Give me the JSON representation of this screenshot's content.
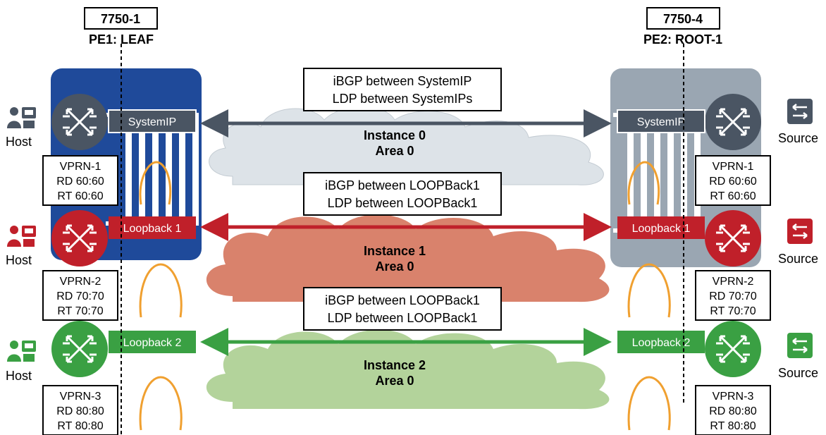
{
  "pe1": {
    "device": "7750-1",
    "role": "PE1: LEAF",
    "system_label": "SystemIP",
    "loopback1_label": "Loopback 1",
    "loopback2_label": "Loopback 2",
    "color": "#1f4a9a"
  },
  "pe2": {
    "device": "7750-4",
    "role": "PE2: ROOT-1",
    "system_label": "SystemIP",
    "loopback1_label": "Loopback 1",
    "loopback2_label": "Loopback 2",
    "color": "#9aa6b2"
  },
  "hosts": [
    {
      "label": "Host",
      "color": "#4a5563"
    },
    {
      "label": "Host",
      "color": "#c0202a"
    },
    {
      "label": "Host",
      "color": "#3aa043"
    }
  ],
  "sources": [
    {
      "label": "Source",
      "color": "#4a5563"
    },
    {
      "label": "Source",
      "color": "#c0202a"
    },
    {
      "label": "Source",
      "color": "#3aa043"
    }
  ],
  "vprns_left": [
    {
      "name": "VPRN-1",
      "rd": "RD 60:60",
      "rt": "RT 60:60"
    },
    {
      "name": "VPRN-2",
      "rd": "RD 70:70",
      "rt": "RT 70:70"
    },
    {
      "name": "VPRN-3",
      "rd": "RD 80:80",
      "rt": "RT 80:80"
    }
  ],
  "vprns_right": [
    {
      "name": "VPRN-1",
      "rd": "RD 60:60",
      "rt": "RT 60:60"
    },
    {
      "name": "VPRN-2",
      "rd": "RD 70:70",
      "rt": "RT 70:70"
    },
    {
      "name": "VPRN-3",
      "rd": "RD 80:80",
      "rt": "RT 80:80"
    }
  ],
  "sessions": [
    {
      "line1": "iBGP between SystemIP",
      "line2": "LDP between SystemIPs"
    },
    {
      "line1": "iBGP between LOOPBack1",
      "line2": "LDP between LOOPBack1"
    },
    {
      "line1": "iBGP between LOOPBack1",
      "line2": "LDP between LOOPBack1"
    }
  ],
  "instances": [
    {
      "name": "Instance 0",
      "area": "Area 0",
      "color": "#dde3e8"
    },
    {
      "name": "Instance 1",
      "area": "Area 0",
      "color": "#d9826c"
    },
    {
      "name": "Instance 2",
      "area": "Area 0",
      "color": "#b3d39b"
    }
  ],
  "colors": {
    "system_arrow": "#4a5563",
    "loopback1_arrow": "#c0202a",
    "loopback2_arrow": "#3aa043",
    "vprn_ring": "#f0a030"
  }
}
